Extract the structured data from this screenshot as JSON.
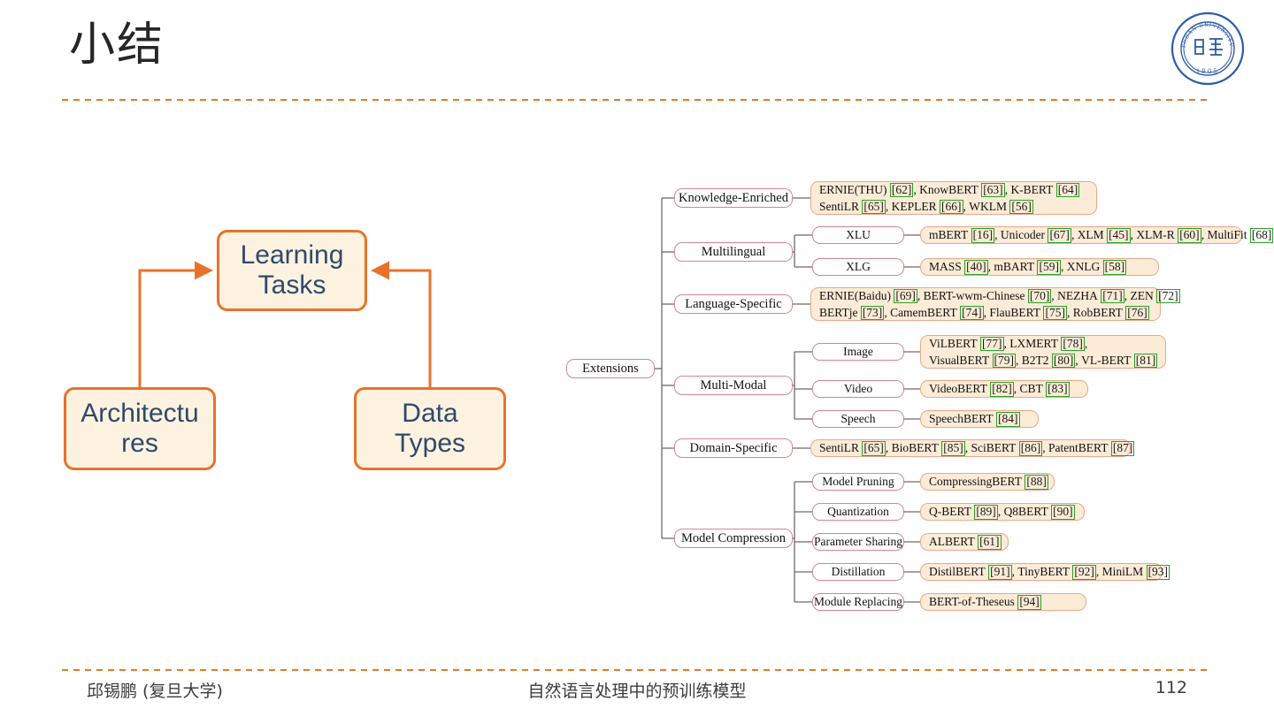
{
  "slide": {
    "title": "小结",
    "accent_color": "#E8722C",
    "node_border_color": "#D4868F",
    "leaf_fill_color": "#FCEBD7",
    "citation_box_color": "#27a327"
  },
  "logo": {
    "name": "fudan-university-seal",
    "top_text": "FUDAN UNIVERSITY",
    "year": "1905"
  },
  "footer": {
    "author": "邱锡鹏 (复旦大学)",
    "center": "自然语言处理中的预训练模型",
    "page": "112"
  },
  "concept_diagram": {
    "learning_tasks": "Learning\nTasks",
    "architectures": "Architectu\nres",
    "data_types": "Data\nTypes"
  },
  "mindmap": {
    "root": "Extensions",
    "branches": [
      {
        "label": "Knowledge-Enriched",
        "leaves": [
          {
            "lines": [
              [
                {
                  "t": "ERNIE(THU) "
                },
                {
                  "c": "[62]"
                },
                {
                  "t": ", KnowBERT "
                },
                {
                  "c": "[63]"
                },
                {
                  "t": ", K-BERT "
                },
                {
                  "c": "[64]"
                }
              ],
              [
                {
                  "t": "SentiLR "
                },
                {
                  "c": "[65]"
                },
                {
                  "t": ", KEPLER "
                },
                {
                  "c": "[66]"
                },
                {
                  "t": ", WKLM "
                },
                {
                  "c": "[56]"
                }
              ]
            ]
          }
        ]
      },
      {
        "label": "Multilingual",
        "children": [
          {
            "label": "XLU",
            "lines": [
              [
                {
                  "t": "mBERT "
                },
                {
                  "c": "[16]"
                },
                {
                  "t": ", Unicoder "
                },
                {
                  "c": "[67]"
                },
                {
                  "t": ", XLM "
                },
                {
                  "c": "[45]"
                },
                {
                  "t": ", XLM-R "
                },
                {
                  "c": "[60]"
                },
                {
                  "t": ", MultiFit "
                },
                {
                  "c": "[68]"
                }
              ]
            ]
          },
          {
            "label": "XLG",
            "lines": [
              [
                {
                  "t": "MASS "
                },
                {
                  "c": "[40]"
                },
                {
                  "t": ", mBART "
                },
                {
                  "c": "[59]"
                },
                {
                  "t": ", XNLG "
                },
                {
                  "c": "[58]"
                }
              ]
            ]
          }
        ]
      },
      {
        "label": "Language-Specific",
        "leaves": [
          {
            "lines": [
              [
                {
                  "t": "ERNIE(Baidu) "
                },
                {
                  "c": "[69]"
                },
                {
                  "t": ", BERT-wwm-Chinese "
                },
                {
                  "c": "[70]"
                },
                {
                  "t": ", NEZHA "
                },
                {
                  "c": "[71]"
                },
                {
                  "t": ", ZEN "
                },
                {
                  "c": "[72]"
                }
              ],
              [
                {
                  "t": "BERTje "
                },
                {
                  "c": "[73]"
                },
                {
                  "t": ", CamemBERT "
                },
                {
                  "c": "[74]"
                },
                {
                  "t": ", FlauBERT "
                },
                {
                  "c": "[75]"
                },
                {
                  "t": ", RobBERT "
                },
                {
                  "c": "[76]"
                }
              ]
            ]
          }
        ]
      },
      {
        "label": "Multi-Modal",
        "children": [
          {
            "label": "Image",
            "lines": [
              [
                {
                  "t": "ViLBERT "
                },
                {
                  "c": "[77]"
                },
                {
                  "t": ", LXMERT "
                },
                {
                  "c": "[78]"
                },
                {
                  "t": ","
                }
              ],
              [
                {
                  "t": "VisualBERT "
                },
                {
                  "c": "[79]"
                },
                {
                  "t": ", B2T2 "
                },
                {
                  "c": "[80]"
                },
                {
                  "t": ", VL-BERT "
                },
                {
                  "c": "[81]"
                }
              ]
            ]
          },
          {
            "label": "Video",
            "lines": [
              [
                {
                  "t": "VideoBERT "
                },
                {
                  "c": "[82]"
                },
                {
                  "t": ", CBT "
                },
                {
                  "c": "[83]"
                }
              ]
            ]
          },
          {
            "label": "Speech",
            "lines": [
              [
                {
                  "t": "SpeechBERT "
                },
                {
                  "c": "[84]"
                }
              ]
            ]
          }
        ]
      },
      {
        "label": "Domain-Specific",
        "leaves": [
          {
            "lines": [
              [
                {
                  "t": "SentiLR "
                },
                {
                  "c": "[65]"
                },
                {
                  "t": ", BioBERT "
                },
                {
                  "c": "[85]"
                },
                {
                  "t": ", SciBERT "
                },
                {
                  "c": "[86]"
                },
                {
                  "t": ", PatentBERT "
                },
                {
                  "c": "[87]"
                }
              ]
            ]
          }
        ]
      },
      {
        "label": "Model Compression",
        "children": [
          {
            "label": "Model Pruning",
            "lines": [
              [
                {
                  "t": "CompressingBERT "
                },
                {
                  "c": "[88]"
                }
              ]
            ]
          },
          {
            "label": "Quantization",
            "lines": [
              [
                {
                  "t": "Q-BERT "
                },
                {
                  "c": "[89]"
                },
                {
                  "t": ", Q8BERT "
                },
                {
                  "c": "[90]"
                }
              ]
            ]
          },
          {
            "label": "Parameter Sharing",
            "lines": [
              [
                {
                  "t": "ALBERT "
                },
                {
                  "c": "[61]"
                }
              ]
            ]
          },
          {
            "label": "Distillation",
            "lines": [
              [
                {
                  "t": "DistilBERT "
                },
                {
                  "c": "[91]"
                },
                {
                  "t": ", TinyBERT "
                },
                {
                  "c": "[92]"
                },
                {
                  "t": ", MiniLM "
                },
                {
                  "c": "[93]"
                }
              ]
            ]
          },
          {
            "label": "Module Replacing",
            "lines": [
              [
                {
                  "t": "BERT-of-Theseus "
                },
                {
                  "c": "[94]"
                }
              ]
            ]
          }
        ]
      }
    ]
  }
}
